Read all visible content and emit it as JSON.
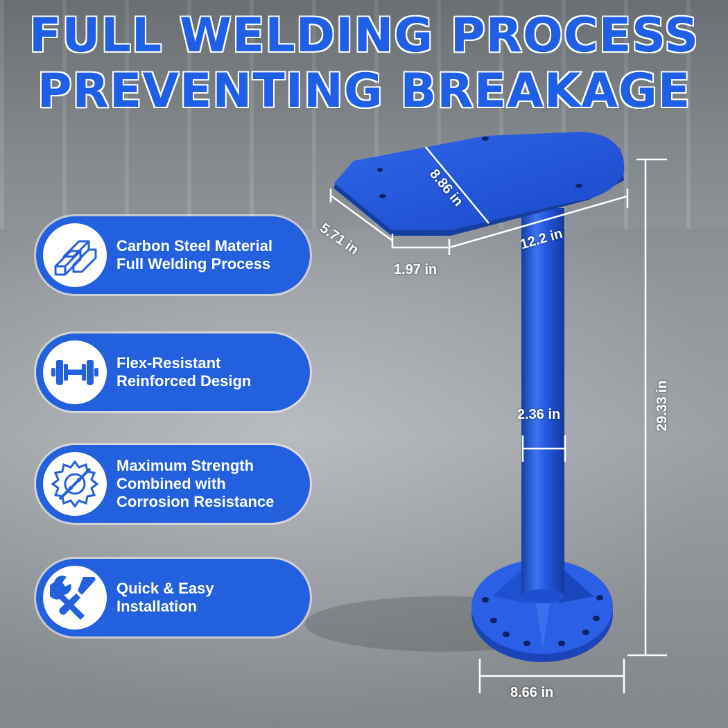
{
  "headline": {
    "line1": "FULL WELDING PROCESS",
    "line2": "PREVENTING BREAKAGE"
  },
  "features": [
    {
      "icon": "steel-beams-icon",
      "line1": "Carbon Steel Material",
      "line2": "Full Welding Process",
      "line3": ""
    },
    {
      "icon": "dumbbell-icon",
      "line1": "Flex-Resistant",
      "line2": "Reinforced Design",
      "line3": ""
    },
    {
      "icon": "shield-gear-icon",
      "line1": "Maximum Strength",
      "line2": "Combined with",
      "line3": "Corrosion Resistance"
    },
    {
      "icon": "wrench-screwdriver-icon",
      "line1": "Quick & Easy",
      "line2": "Installation",
      "line3": ""
    }
  ],
  "dimensions": {
    "top_width": "8.86 in",
    "top_depth": "5.71 in",
    "top_length": "12.2 in",
    "edge_offset": "1.97 in",
    "pipe_diameter": "2.36 in",
    "total_height": "29.33 in",
    "base_diameter": "8.66 in"
  },
  "colors": {
    "accent_blue": "#2360dd",
    "product_blue": "#1f4fd6",
    "headline_blue": "#1f5fe6"
  }
}
